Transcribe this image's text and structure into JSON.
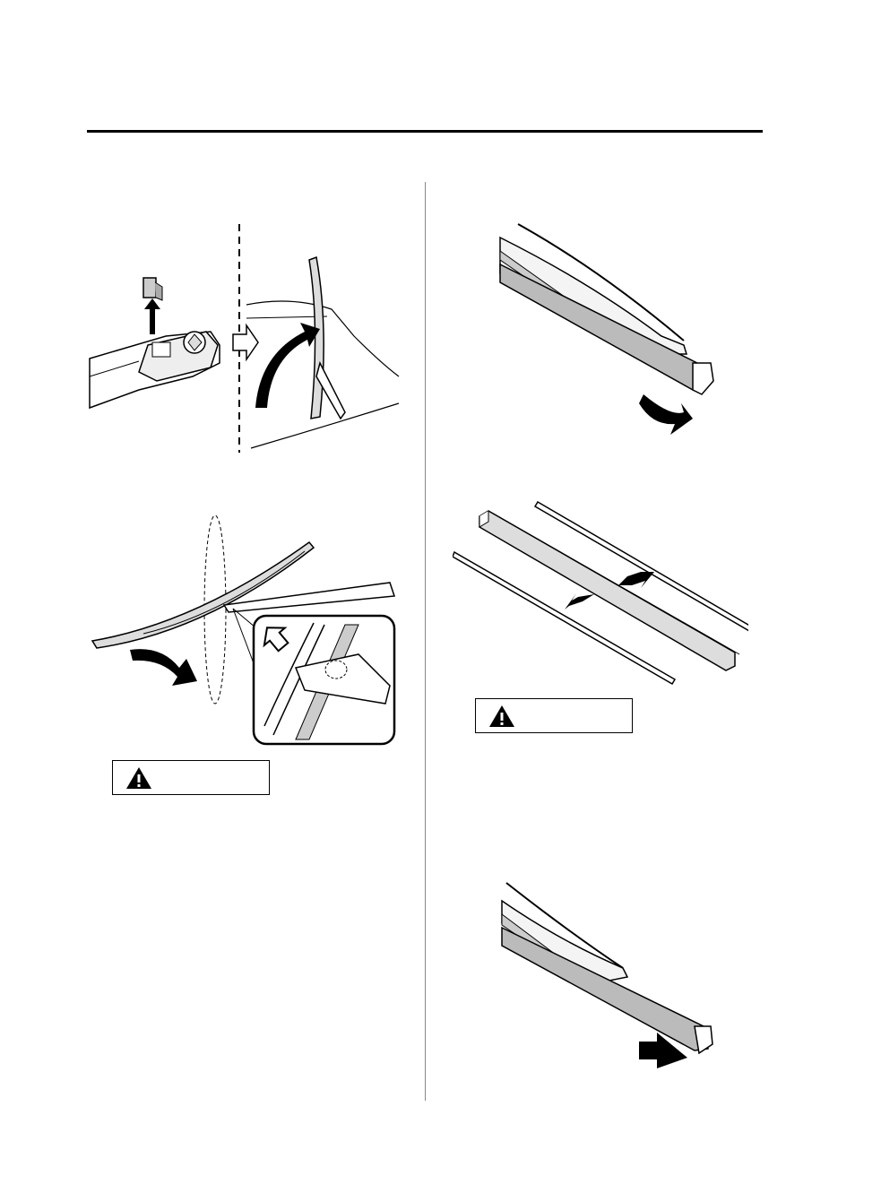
{
  "warnings": [
    {
      "label": ""
    },
    {
      "label": ""
    }
  ],
  "figures": [
    {
      "icon": "remove-wiper-cap-and-lift-arm"
    },
    {
      "icon": "detach-wiper-blade"
    },
    {
      "icon": "slide-blade-rubber-out"
    },
    {
      "icon": "transfer-metal-reinforcements"
    },
    {
      "icon": "insert-new-blade-rubber"
    }
  ]
}
